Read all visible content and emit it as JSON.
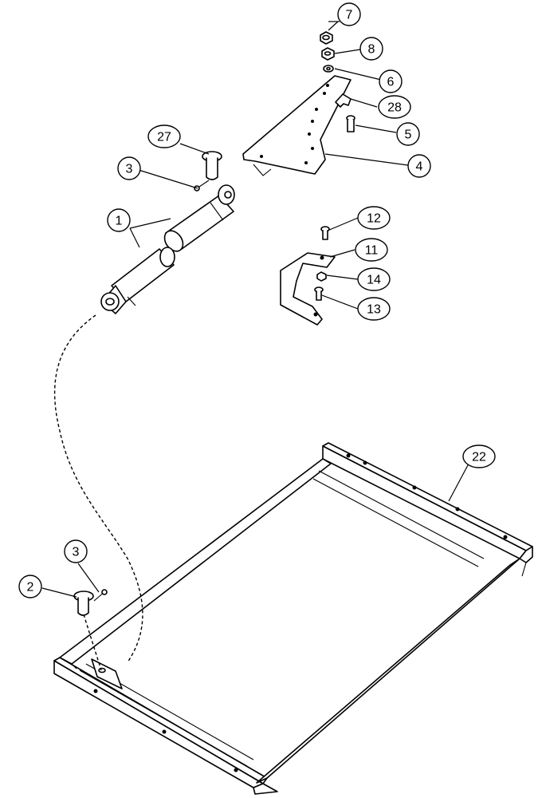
{
  "diagram": {
    "type": "exploded-parts-view",
    "callouts": {
      "c1": "1",
      "c2": "2",
      "c3a": "3",
      "c3b": "3",
      "c4": "4",
      "c5": "5",
      "c6": "6",
      "c7": "7",
      "c8": "8",
      "c11": "11",
      "c12": "12",
      "c13": "13",
      "c14": "14",
      "c22": "22",
      "c27": "27",
      "c28": "28"
    }
  },
  "colors": {
    "line": "#000000",
    "background": "#ffffff"
  }
}
